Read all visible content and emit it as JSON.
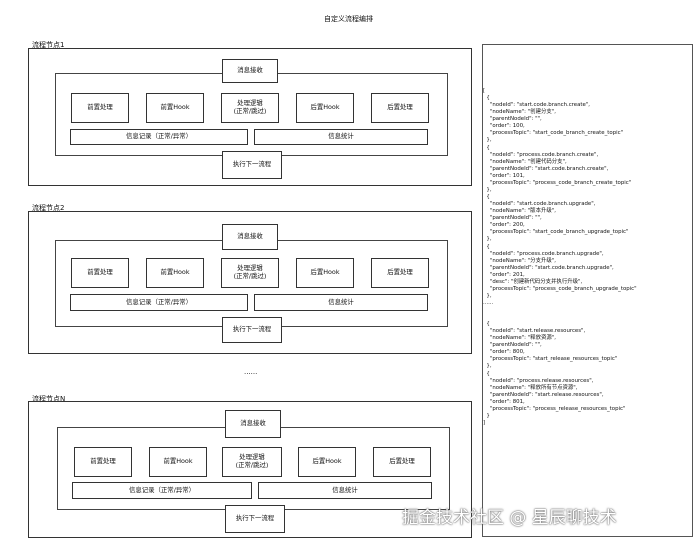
{
  "title": "自定义流程编排",
  "nodes": [
    {
      "label": "流程节点1",
      "receive": "消息接收",
      "steps": [
        "前置处理",
        "前置Hook",
        "处理逻辑\n(正常/跳过)",
        "后置Hook",
        "后置处理"
      ],
      "record": "信息记录（正常/异常）",
      "stats": "信息统计",
      "next": "执行下一流程"
    },
    {
      "label": "流程节点2",
      "receive": "消息接收",
      "steps": [
        "前置处理",
        "前置Hook",
        "处理逻辑\n(正常/跳过)",
        "后置Hook",
        "后置处理"
      ],
      "record": "信息记录（正常/异常）",
      "stats": "信息统计",
      "next": "执行下一流程"
    },
    {
      "label": "流程节点N",
      "receive": "消息接收",
      "steps": [
        "前置处理",
        "前置Hook",
        "处理逻辑\n(正常/跳过)",
        "后置Hook",
        "后置处理"
      ],
      "record": "信息记录（正常/异常）",
      "stats": "信息统计",
      "next": "执行下一流程"
    }
  ],
  "ellipsis": "......",
  "code_lines": [
    "[",
    "  {",
    "    \"nodeId\": \"start.code.branch.create\",",
    "    \"nodeName\": \"创建分支\",",
    "    \"parentNodeId\": \"\",",
    "    \"order\": 100,",
    "    \"processTopic\": \"start_code_branch_create_topic\"",
    "  },",
    "  {",
    "    \"nodeId\": \"process.code.branch.create\",",
    "    \"nodeName\": \"创建代码分支\",",
    "    \"parentNodeId\": \"start.code.branch.create\",",
    "    \"order\": 101,",
    "    \"processTopic\": \"process_code_branch_create_topic\"",
    "  },",
    "  {",
    "    \"nodeId\": \"start.code.branch.upgrade\",",
    "    \"nodeName\": \"版本升级\",",
    "    \"parentNodeId\": \"\",",
    "    \"order\": 200,",
    "    \"processTopic\": \"start_code_branch_upgrade_topic\"",
    "  },",
    "  {",
    "    \"nodeId\": \"process.code.branch.upgrade\",",
    "    \"nodeName\": \"分支升级\",",
    "    \"parentNodeId\": \"start.code.branch.upgrade\",",
    "    \"order\": 201,",
    "    \"desc\": \"创建新代码分支并执行升级\",",
    "    \"processTopic\": \"process_code_branch_upgrade_topic\"",
    "  },",
    "......",
    "  {",
    "    \"nodeId\": \"start.release.resources\",",
    "    \"nodeName\": \"释放资源\",",
    "    \"parentNodeId\": \"\",",
    "    \"order\": 800,",
    "    \"processTopic\": \"start_release_resources_topic\"",
    "  },",
    "  {",
    "    \"nodeId\": \"process.release.resources\",",
    "    \"nodeName\": \"释放所有节点资源\",",
    "    \"parentNodeId\": \"start.release.resources\",",
    "    \"order\": 801,",
    "    \"processTopic\": \"process_release_resources_topic\"",
    "  }",
    "]"
  ],
  "watermark": "掘金技术社区 @ 星辰聊技术"
}
